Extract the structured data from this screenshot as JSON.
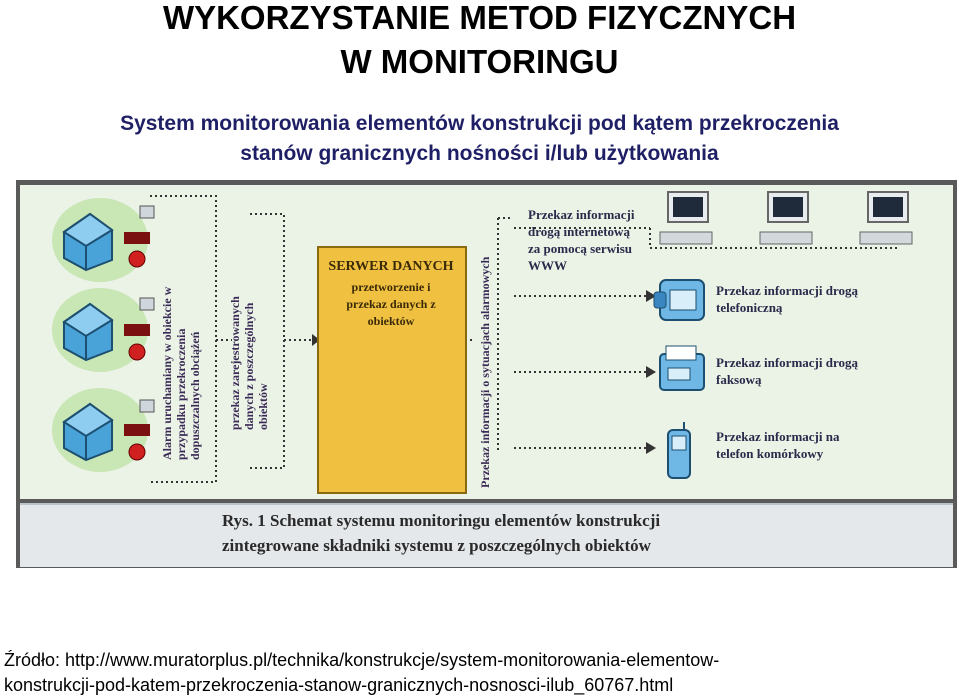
{
  "title": {
    "line1": "WYKORZYSTANIE  METOD  FIZYCZNYCH",
    "line2": "W  MONITORINGU"
  },
  "subtitle": {
    "line1": "System monitorowania elementów konstrukcji pod kątem przekroczenia",
    "line2": "stanów granicznych nośności i/lub użytkowania"
  },
  "diagram": {
    "alarm_label": [
      "Alarm uruchamiany w obiekcie w",
      "przypadku przekroczenia",
      "dopuszczalnych obciążeń"
    ],
    "transfer_label": [
      "przekaz zarejestrowanych",
      "danych z poszczególnych",
      "obiektów"
    ],
    "server": {
      "title": "SERWER DANYCH",
      "subtitle": [
        "przetworzenie i",
        "przekaz danych z",
        "obiektów"
      ]
    },
    "alarm_info_label": "Przekaz informacji o sytuacjach alarmowych",
    "outputs": {
      "www": [
        "Przekaz informacji",
        "drogą internetową",
        "za pomocą serwisu",
        "WWW"
      ],
      "phone": [
        "Przekaz informacji drogą",
        "telefoniczną"
      ],
      "fax": [
        "Przekaz informacji drogą",
        "faksową"
      ],
      "mobile": [
        "Przekaz informacji na",
        "telefon komórkowy"
      ]
    },
    "caption": [
      "Rys. 1 Schemat systemu monitoringu elementów konstrukcji",
      "zintegrowane składniki systemu z poszczególnych obiektów"
    ],
    "colors": {
      "server": "#f0c040",
      "panel": "#eaf3e6",
      "arrow": "#333333",
      "house": "#4aa3d8"
    }
  },
  "source": {
    "line1": "Źródło: http://www.muratorplus.pl/technika/konstrukcje/system-monitorowania-elementow-",
    "line2": "konstrukcji-pod-katem-przekroczenia-stanow-granicznych-nosnosci-ilub_60767.html"
  }
}
